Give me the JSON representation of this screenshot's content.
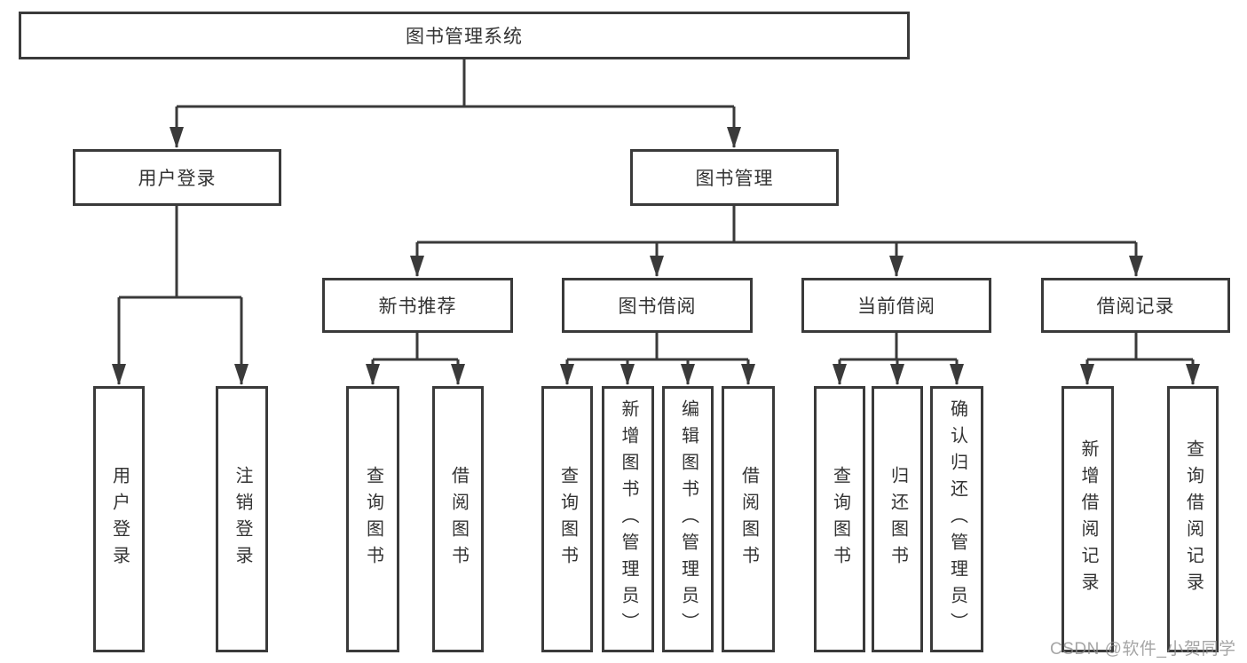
{
  "diagram": {
    "root": "图书管理系统",
    "level2": {
      "user_login": "用户登录",
      "book_mgmt": "图书管理"
    },
    "level3": {
      "new_book": "新书推荐",
      "borrow": "图书借阅",
      "current": "当前借阅",
      "records": "借阅记录"
    },
    "leaves": {
      "login": "用户登录",
      "logout": "注销登录",
      "nb_query": "查询图书",
      "nb_borrow": "借阅图书",
      "bw_query": "查询图书",
      "bw_add": "新增图书（管理员）",
      "bw_edit": "编辑图书（管理员）",
      "bw_borrow": "借阅图书",
      "cur_query": "查询图书",
      "cur_return": "归还图书",
      "cur_confirm": "确认归还（管理员）",
      "rec_add": "新增借阅记录",
      "rec_query": "查询借阅记录"
    }
  },
  "watermark": "CSDN @软件_小贺同学",
  "colors": {
    "line": "#3a3a3a",
    "border": "#3a3a3a",
    "text": "#333333",
    "background": "#ffffff",
    "watermark": "#8c8c8c"
  }
}
